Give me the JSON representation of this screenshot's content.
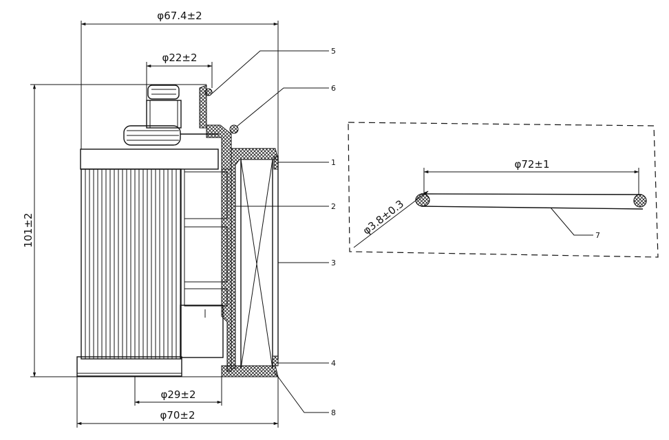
{
  "dimensions": {
    "top_diameter": "φ67.4±2",
    "neck_diameter": "φ22±2",
    "overall_height": "101±2",
    "bottom_inner_diameter": "φ29±2",
    "bottom_outer_diameter": "φ70±2",
    "oring_diameter": "φ72±1",
    "oring_section": "φ3.8±0.3"
  },
  "callouts": [
    "5",
    "6",
    "1",
    "2",
    "3",
    "4",
    "8",
    "7"
  ],
  "colors": {
    "line": "#111111",
    "background": "#ffffff"
  }
}
